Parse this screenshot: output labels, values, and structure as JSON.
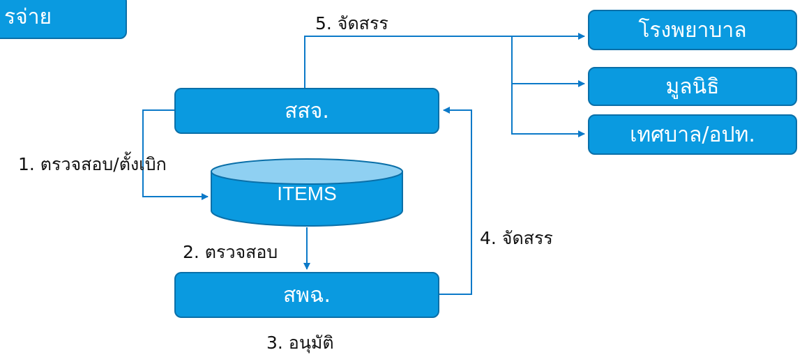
{
  "title_box": {
    "label": "รจ่าย"
  },
  "nodes": {
    "ssj": "สสจ.",
    "items_db": "ITEMS",
    "spc": "สพฉ.",
    "hospital": "โรงพยาบาล",
    "foundation": "มูลนิธิ",
    "municipal": "เทศบาล/อปท."
  },
  "edges": {
    "step1": "1. ตรวจสอบ/ตั้งเบิก",
    "step2": "2. ตรวจสอบ",
    "step3": "3. อนุมัติ",
    "step4": "4. จัดสรร",
    "step5": "5. จัดสรร"
  },
  "colors": {
    "box_fill": "#0a9ae0",
    "box_border": "#0a6fa8",
    "arrow": "#0b79c8",
    "text": "#111111"
  }
}
